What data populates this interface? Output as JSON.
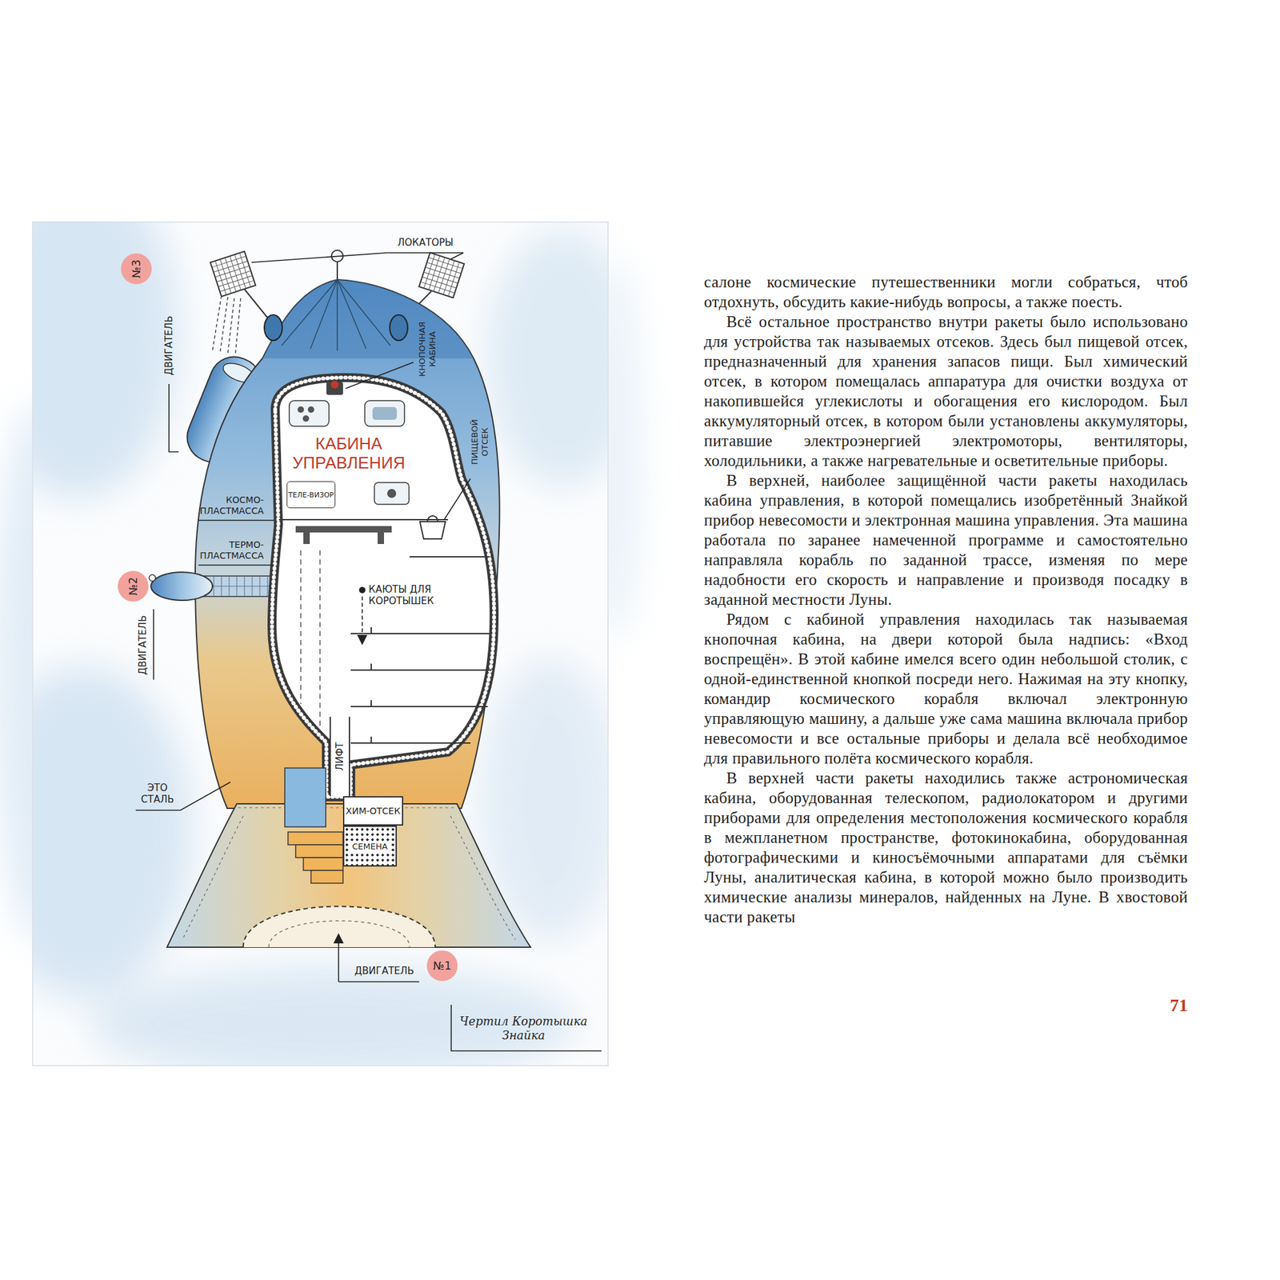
{
  "diagram": {
    "nodes": [
      {
        "text": [
          "№3"
        ]
      },
      {
        "text": [
          "КАБИНА УПРАВЛЕНИЯ"
        ]
      },
      {
        "text": [
          "ТЕЛЕ-ВИЗОР"
        ],
        "in": 1
      },
      {
        "text": [
          "№2"
        ]
      },
      {
        "text": [
          "ЛИФТ"
        ]
      },
      {
        "text": [
          "ХИМ-ОТСЕК"
        ]
      },
      {
        "text": [
          "СЕМЕНА"
        ]
      },
      {
        "text": [
          "№1"
        ]
      }
    ],
    "labels": [
      "ЛОКАТОРЫ",
      "КНОПОЧНАЯ КАБИНА",
      "ДВИГАТЕЛЬ",
      "ПИЩЕВОЙ ОТСЕК",
      "КОСМО-ПЛАСТМАССА",
      "ТЕРМО-ПЛАСТМАССА",
      "КАЮТЫ ДЛЯ КОРОТЫШЕК",
      "ДВИГАТЕЛЬ",
      "ЭТО СТАЛЬ",
      "ДВИГАТЕЛЬ",
      "Чертил Коротышка Знайка",
      "салоне космические путешественники могли собраться, чтоб отдохнуть, обсудить какие-нибудь вопросы, а также поесть.",
      "Всё остальное пространство внутри ракеты было использовано для устройства так называемых отсеков. Здесь был пищевой отсек, предназначенный для хранения запасов пищи. Был химический отсек, в котором помещалась аппаратура для очистки воздуха от накопившейся углекислоты и обогащения его кислородом. Был аккумуляторный отсек, в котором были установлены аккумуляторы, питавшие электроэнергией электромоторы, вентиляторы, холодильники, а также нагревательные и осветительные приборы.",
      "В верхней, наиболее защищённой части ракеты находилась кабина управления, в которой помещались изобретённый Знайкой прибор невесомости и электронная машина управления. Эта машина работала по заранее намеченной программе и самостоятельно направляла корабль по заданной трассе, изменяя по мере надобности его скорость и направление и производя посадку в заданной местности Луны.",
      "Рядом с кабиной управления находилась так называемая кнопочная кабина, на двери которой была надпись: «Вход воспрещён». В этой кабине имелся всего один небольшой столик, с одной-единственной кнопкой посреди него. Нажимая на эту кнопку, командир космического корабля включал электронную управляющую машину, а дальше уже сама машина включала прибор невесомости и все остальные приборы и делала всё необходимое для правильного полёта космического корабля.",
      "В верхней части ракеты находились также астрономическая кабина, оборудованная телескопом, радиолокатором и другими приборами для определения местоположения космического корабля в межпланетном пространстве, фотокинокабина, оборудованная фотографическими и киносъёмочными аппаратами для съёмки Луны, аналитическая кабина, в которой можно было производить химические анализы минералов, найденных на Луне. В хвостовой части ракеты",
      "71"
    ]
  }
}
